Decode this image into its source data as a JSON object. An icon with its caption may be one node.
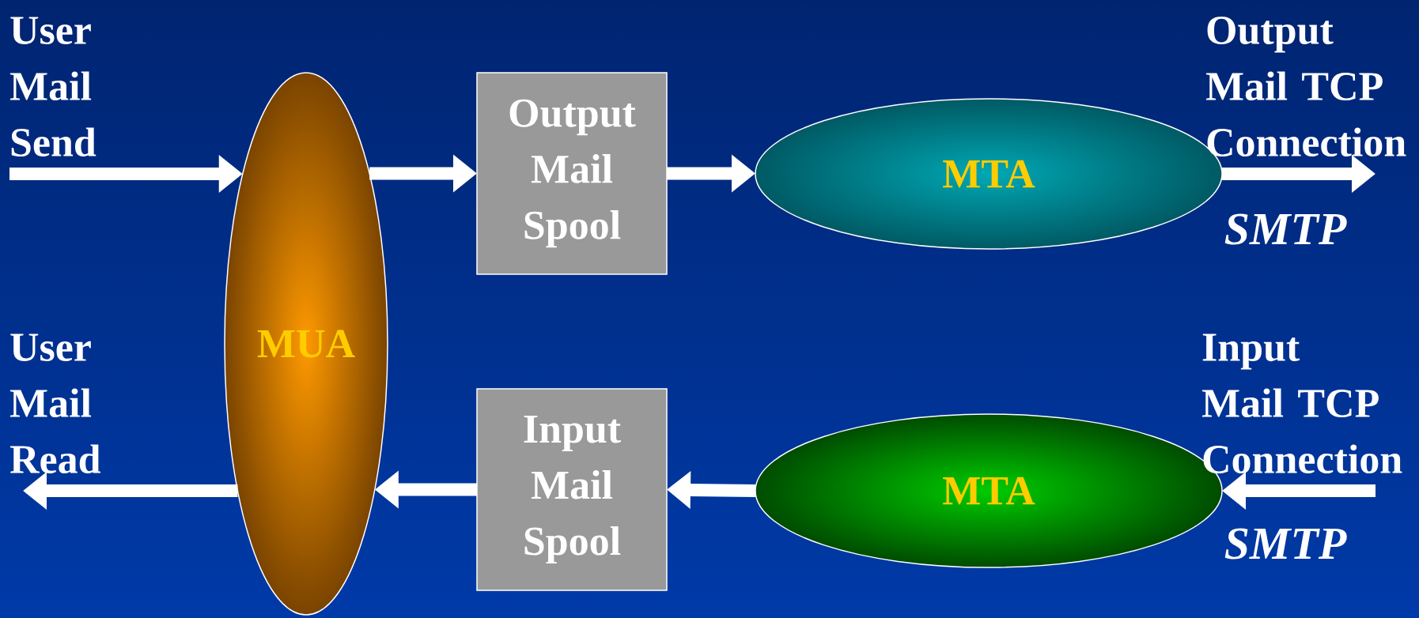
{
  "diagram": {
    "nodes": [
      {
        "text": [
          "MUA"
        ]
      },
      {
        "text": [
          "Output Mail Spool"
        ]
      },
      {
        "text": [
          "MTA"
        ]
      },
      {
        "text": [
          "Input Mail Spool"
        ]
      },
      {
        "text": [
          "MTA"
        ]
      },
      {
        "text": [
          "User Mail Send"
        ]
      },
      {
        "text": [
          "User Mail Read"
        ]
      },
      {
        "text": [
          "Output Mail TCP Connection"
        ]
      },
      {
        "text": [
          "Input Mail TCP Connection"
        ]
      }
    ],
    "labels": [
      "SMTP",
      "SMTP"
    ],
    "edges": [
      {
        "from": 5,
        "to": 0,
        "arrow": "to"
      },
      {
        "from": 0,
        "to": 1,
        "arrow": "to"
      },
      {
        "from": 1,
        "to": 2,
        "arrow": "to"
      },
      {
        "from": 2,
        "to": 7,
        "arrow": "to"
      },
      {
        "from": 8,
        "to": 4,
        "arrow": "to"
      },
      {
        "from": 4,
        "to": 3,
        "arrow": "to"
      },
      {
        "from": 3,
        "to": 0,
        "arrow": "to"
      },
      {
        "from": 0,
        "to": 6,
        "arrow": "to"
      }
    ]
  }
}
